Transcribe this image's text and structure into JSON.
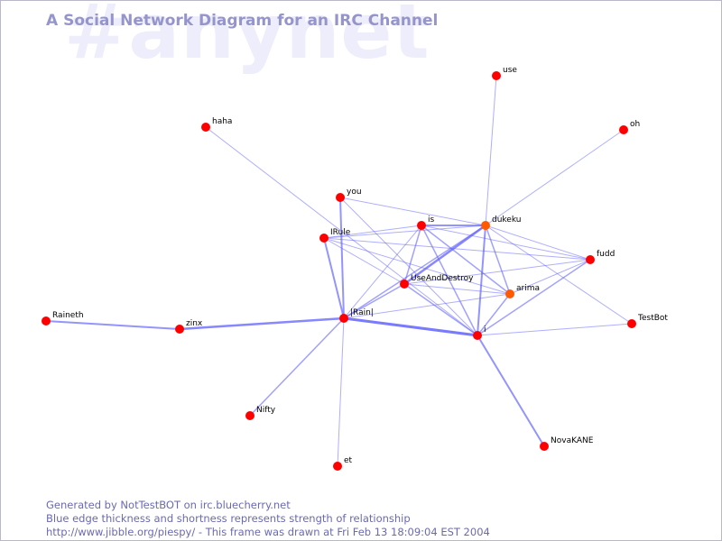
{
  "watermark": "#anynet",
  "title": "A Social Network Diagram for an IRC Channel",
  "colors": {
    "node": "#ff0000",
    "node_active": "#ff5a00",
    "edge": "#6464ff",
    "footer": "#6a6ab0",
    "title": "#9595cc"
  },
  "footer": {
    "line1": "Generated by NotTestBOT on irc.bluecherry.net",
    "line2": "Blue edge thickness and shortness represents strength of relationship",
    "line3": "http://www.jibble.org/piespy/ - This frame was drawn at Fri Feb 13 18:09:04 EST 2004"
  },
  "graph": {
    "nodes": [
      {
        "id": "use",
        "label": "use"
      },
      {
        "id": "oh",
        "label": "oh"
      },
      {
        "id": "haha",
        "label": "haha"
      },
      {
        "id": "you",
        "label": "you"
      },
      {
        "id": "is",
        "label": "is"
      },
      {
        "id": "dukeku",
        "label": "dukeku",
        "active": true
      },
      {
        "id": "IRule",
        "label": "IRule"
      },
      {
        "id": "fudd",
        "label": "fudd"
      },
      {
        "id": "UseAndDestroy",
        "label": "UseAndDestroy"
      },
      {
        "id": "arima",
        "label": "arima",
        "active": true
      },
      {
        "id": "Raineth",
        "label": "Raineth"
      },
      {
        "id": "zinx",
        "label": "zinx"
      },
      {
        "id": "Rain",
        "label": "|Rain|"
      },
      {
        "id": "TestBot",
        "label": "TestBot"
      },
      {
        "id": "i",
        "label": "i"
      },
      {
        "id": "Nifty",
        "label": "Nifty"
      },
      {
        "id": "NovaKANE",
        "label": "NovaKANE"
      },
      {
        "id": "et",
        "label": "et"
      }
    ],
    "edges": [
      {
        "source": "Rain",
        "target": "i",
        "weight": 3
      },
      {
        "source": "zinx",
        "target": "Rain",
        "weight": 2.5
      },
      {
        "source": "Raineth",
        "target": "zinx",
        "weight": 2
      },
      {
        "source": "you",
        "target": "Rain",
        "weight": 2
      },
      {
        "source": "IRule",
        "target": "Rain",
        "weight": 2
      },
      {
        "source": "UseAndDestroy",
        "target": "dukeku",
        "weight": 2.5
      },
      {
        "source": "dukeku",
        "target": "i",
        "weight": 2
      },
      {
        "source": "is",
        "target": "dukeku",
        "weight": 2
      },
      {
        "source": "IRule",
        "target": "dukeku",
        "weight": 1
      },
      {
        "source": "you",
        "target": "dukeku",
        "weight": 1
      },
      {
        "source": "use",
        "target": "dukeku",
        "weight": 1
      },
      {
        "source": "oh",
        "target": "dukeku",
        "weight": 1
      },
      {
        "source": "haha",
        "target": "i",
        "weight": 1
      },
      {
        "source": "Rain",
        "target": "Nifty",
        "weight": 1.5
      },
      {
        "source": "Rain",
        "target": "et",
        "weight": 1
      },
      {
        "source": "i",
        "target": "NovaKANE",
        "weight": 2
      },
      {
        "source": "dukeku",
        "target": "fudd",
        "weight": 1
      },
      {
        "source": "dukeku",
        "target": "TestBot",
        "weight": 1
      },
      {
        "source": "dukeku",
        "target": "arima",
        "weight": 1.5
      },
      {
        "source": "dukeku",
        "target": "Rain",
        "weight": 1.5
      },
      {
        "source": "is",
        "target": "i",
        "weight": 1.5
      },
      {
        "source": "is",
        "target": "fudd",
        "weight": 1
      },
      {
        "source": "is",
        "target": "arima",
        "weight": 1.5
      },
      {
        "source": "is",
        "target": "UseAndDestroy",
        "weight": 1.5
      },
      {
        "source": "is",
        "target": "Rain",
        "weight": 1
      },
      {
        "source": "IRule",
        "target": "is",
        "weight": 1
      },
      {
        "source": "IRule",
        "target": "UseAndDestroy",
        "weight": 1
      },
      {
        "source": "IRule",
        "target": "fudd",
        "weight": 1
      },
      {
        "source": "IRule",
        "target": "arima",
        "weight": 1
      },
      {
        "source": "you",
        "target": "i",
        "weight": 1
      },
      {
        "source": "UseAndDestroy",
        "target": "i",
        "weight": 1.5
      },
      {
        "source": "UseAndDestroy",
        "target": "arima",
        "weight": 1
      },
      {
        "source": "UseAndDestroy",
        "target": "fudd",
        "weight": 1
      },
      {
        "source": "UseAndDestroy",
        "target": "Rain",
        "weight": 1.5
      },
      {
        "source": "arima",
        "target": "fudd",
        "weight": 1
      },
      {
        "source": "arima",
        "target": "i",
        "weight": 1.5
      },
      {
        "source": "arima",
        "target": "Rain",
        "weight": 1
      },
      {
        "source": "i",
        "target": "fudd",
        "weight": 1.5
      },
      {
        "source": "i",
        "target": "TestBot",
        "weight": 1
      }
    ]
  }
}
